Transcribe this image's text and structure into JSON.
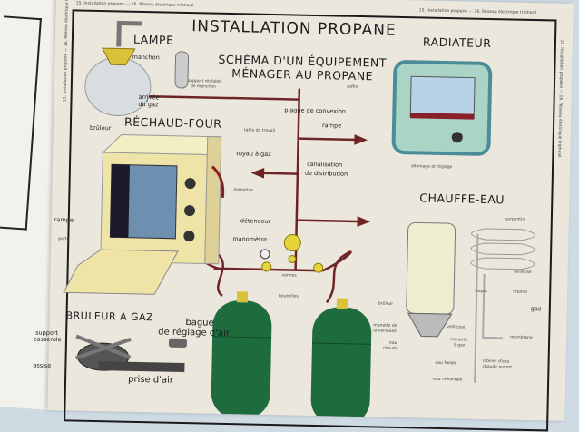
{
  "header_strip": "15. Installation propane — 16. Réseau électrique triphasé",
  "title": "INSTALLATION PROPANE",
  "subtitle": [
    "SCHÉMA D'UN ÉQUIPEMENT",
    "MÉNAGER AU PROPANE"
  ],
  "lampe": {
    "heading": "LAMPE",
    "labels": [
      "manchon",
      "support réglable",
      "de manchon",
      "arrivée",
      "du gaz"
    ]
  },
  "radiateur": {
    "heading": "RADIATEUR",
    "labels": [
      "coffre",
      "plaque de convexion",
      "rampe",
      "allumage et réglage"
    ]
  },
  "rechaud_four": {
    "heading": "RÉCHAUD-FOUR",
    "labels": [
      "brûleur",
      "table de travail",
      "tuyau à gaz",
      "manettes",
      "rampe",
      "porte"
    ]
  },
  "distribution": {
    "labels": [
      "canalisation",
      "de distribution",
      "détendeur",
      "manomètre",
      "vannes",
      "bouteilles"
    ]
  },
  "chauffe_eau": {
    "heading": "CHAUFFE-EAU",
    "labels": [
      "serpentin",
      "veilleuse",
      "clapet",
      "robinet",
      "gaz",
      "membrane",
      "brûleur",
      "manette de",
      "la veilleuse",
      "veilleuse",
      "manette",
      "à gaz",
      "eau",
      "chaude",
      "eau froide",
      "robinet d'eau",
      "chaude ouvert",
      "eau mélangée"
    ]
  },
  "bruleur_a_gaz": {
    "heading": "BRULEUR A GAZ",
    "labels": [
      "bague",
      "de réglage d'air",
      "support",
      "casserole",
      "assise",
      "prise d'air"
    ]
  },
  "colors": {
    "pipe": "#6e2424",
    "cylinder": "#1e6b3e",
    "paper": "#ebe7dd",
    "oven": "#efe4a8",
    "radiator": "#a9d4c6",
    "brass": "#d9c23a"
  }
}
